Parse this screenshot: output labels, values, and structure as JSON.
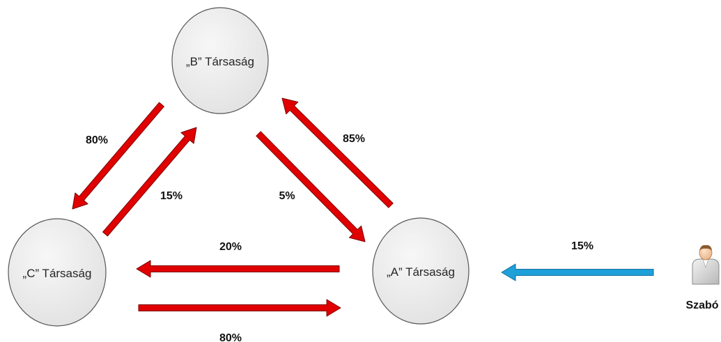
{
  "nodes": {
    "b": {
      "label": "„B” Társaság"
    },
    "c": {
      "label": "„C” Társaság"
    },
    "a": {
      "label": "„A” Társaság"
    }
  },
  "person": {
    "label": "Szabó",
    "icon": "person-icon"
  },
  "edges": {
    "b_to_c": {
      "label": "80%",
      "color": "#e00000"
    },
    "c_to_b": {
      "label": "15%",
      "color": "#e00000"
    },
    "b_to_a": {
      "label": "5%",
      "color": "#e00000"
    },
    "a_to_b": {
      "label": "85%",
      "color": "#e00000"
    },
    "a_to_c": {
      "label": "20%",
      "color": "#e00000"
    },
    "c_to_a": {
      "label": "80%",
      "color": "#e00000"
    },
    "person_to_a": {
      "label": "15%",
      "color": "#1ea0d8"
    }
  },
  "colors": {
    "node_fill": "#eeeeee",
    "node_stroke": "#555555",
    "arrow_outline": "#7a0000",
    "blue_outline": "#1770a0"
  }
}
